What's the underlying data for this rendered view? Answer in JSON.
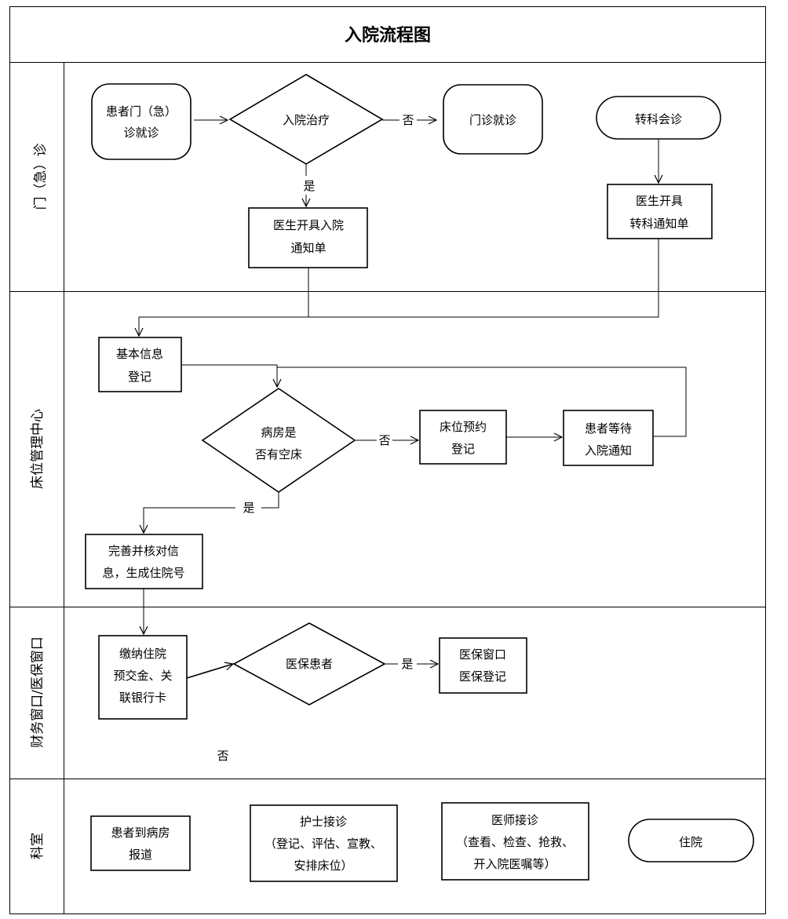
{
  "title": "入院流程图",
  "lanes": {
    "outpatient": "门（急）诊",
    "bed_center": "床位管理中心",
    "finance": "财务窗口/医保窗口",
    "department": "科室"
  },
  "nodes": {
    "patient_visit": [
      "患者门（急）",
      "诊就诊"
    ],
    "admit_decision": [
      "入院治疗"
    ],
    "outpatient_care": [
      "门诊就诊"
    ],
    "transfer_consult": [
      "转科会诊"
    ],
    "admission_notice": [
      "医生开具入院",
      "通知单"
    ],
    "transfer_notice": [
      "医生开具",
      "转科通知单"
    ],
    "basic_info": [
      "基本信息",
      "登记"
    ],
    "bed_available": [
      "病房是",
      "否有空床"
    ],
    "bed_reservation": [
      "床位预约",
      "登记"
    ],
    "await_notice": [
      "患者等待",
      "入院通知"
    ],
    "complete_info": [
      "完善并核对信",
      "息，生成住院号"
    ],
    "pay_deposit": [
      "缴纳住院",
      "预交金、关",
      "联银行卡"
    ],
    "insured_decision": [
      "医保患者"
    ],
    "insurance_window": [
      "医保窗口",
      "医保登记"
    ],
    "arrive_ward": [
      "患者到病房",
      "报道"
    ],
    "nurse_reception": [
      "护士接诊",
      "（登记、评估、宣教、",
      "安排床位）"
    ],
    "doctor_reception": [
      "医师接诊",
      "（查看、检查、抢救、",
      "开入院医嘱等）"
    ],
    "hospitalized": [
      "住院"
    ]
  },
  "edge_labels": {
    "admit_no": "否",
    "admit_yes": "是",
    "bed_no": "否",
    "bed_yes": "是",
    "insured_yes": "是",
    "insured_no": "否"
  }
}
